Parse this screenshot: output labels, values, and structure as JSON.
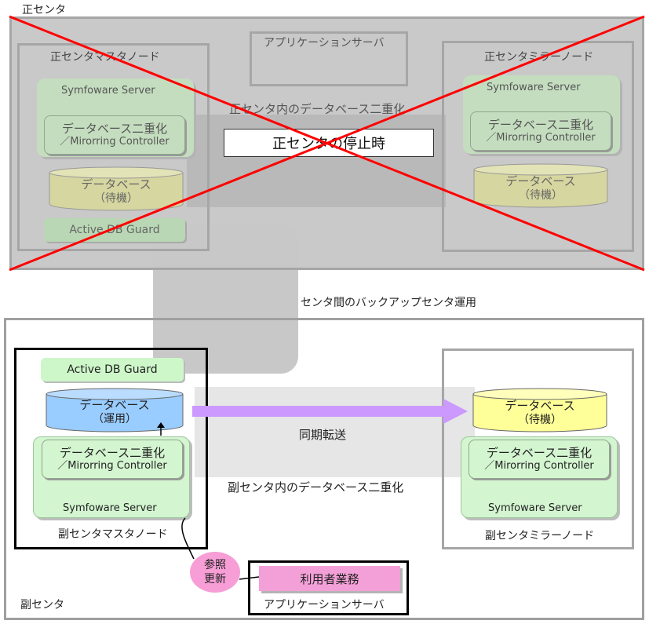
{
  "primary_center": {
    "label": "正センタ",
    "master_node": {
      "label": "正センタマスタノード",
      "symfoware": "Symfoware  Server",
      "dual_line1": "データベース二重化",
      "dual_line2": "／Mirorring Controller",
      "db_line1": "データベース",
      "db_line2": "（待機）",
      "active_db_guard": "Active DB Guard"
    },
    "app_server": "アプリケーションサーバ",
    "mirror_node": {
      "label": "正センタミラーノード",
      "symfoware": "Symfoware  Server",
      "dual_line1": "データベース二重化",
      "dual_line2": "／Mirorring Controller",
      "db_line1": "データベース",
      "db_line2": "（待機）"
    },
    "internal_dual_label": "正センタ内のデータベース二重化",
    "stop_label": "正センタの停止時"
  },
  "inter_center_label": "センタ間のバックアップセンタ運用",
  "secondary_center": {
    "label": "副センタ",
    "master_node": {
      "label": "副センタマスタノード",
      "active_db_guard": "Active DB Guard",
      "db_line1": "データベース",
      "db_line2": "（運用）",
      "dual_line1": "データベース二重化",
      "dual_line2": "／Mirorring Controller",
      "symfoware": "Symfoware  Server"
    },
    "sync_label": "同期転送",
    "internal_dual_label": "副センタ内のデータベース二重化",
    "mirror_node": {
      "label": "副センタミラーノード",
      "db_line1": "データベース",
      "db_line2": "（待機）",
      "dual_line1": "データベース二重化",
      "dual_line2": "／Mirorring Controller",
      "symfoware": "Symfoware  Server"
    },
    "ref_update_line1": "参照",
    "ref_update_line2": "更新",
    "user_business": "利用者業務",
    "app_server": "アプリケーションサーバ"
  },
  "colors": {
    "primary_bg": "#c9c9c9",
    "strike_red": "#ff0000",
    "green_dim": "#c4ddbf",
    "green_bright": "#d3f5d0",
    "db_standby_dim": "#d6d6a0",
    "db_standby": "#ffff99",
    "db_active": "#99ccff",
    "sync_arrow": "#cc99ff",
    "ref_bubble": "#f79ed6",
    "user_business": "#f4a0d8"
  }
}
